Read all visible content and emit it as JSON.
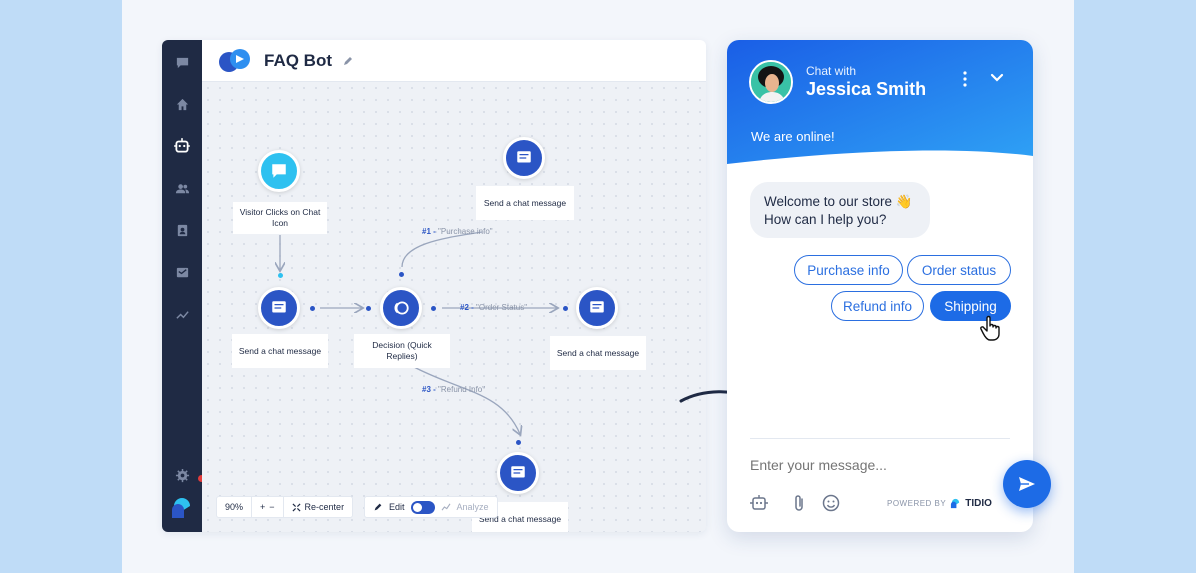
{
  "builder": {
    "bot_name": "FAQ Bot",
    "nodes": {
      "trigger": "Visitor Clicks on Chat Icon",
      "send1": "Send a chat message",
      "decision": "Decision (Quick Replies)",
      "send_top": "Send a chat message",
      "send_right": "Send a chat message",
      "send_bottom": "Send a chat message"
    },
    "edges": {
      "e1_num": "#1 -",
      "e1_text": "\"Purchase info\"",
      "e2_num": "#2 -",
      "e2_text": "\"Order Status\"",
      "e3_num": "#3 -",
      "e3_text": "\"Refund Info\""
    },
    "toolbar": {
      "zoom": "90%",
      "zoom_in": "+",
      "zoom_out": "−",
      "recenter": "Re-center",
      "edit": "Edit",
      "analyze": "Analyze"
    }
  },
  "chat": {
    "chat_with": "Chat with",
    "agent_name": "Jessica Smith",
    "status": "We are online!",
    "welcome_line1": "Welcome to our store 👋",
    "welcome_line2": "How can I help you?",
    "quick_replies": [
      "Purchase info",
      "Order status",
      "Refund info",
      "Shipping"
    ],
    "input_placeholder": "Enter your message...",
    "powered_by": "POWERED BY",
    "brand": "TIDIO"
  },
  "colors": {
    "sidebar": "#1f2a44",
    "node_blue": "#2b55c5",
    "start_cyan": "#2ec1f0",
    "chat_blue": "#1d6be6"
  }
}
